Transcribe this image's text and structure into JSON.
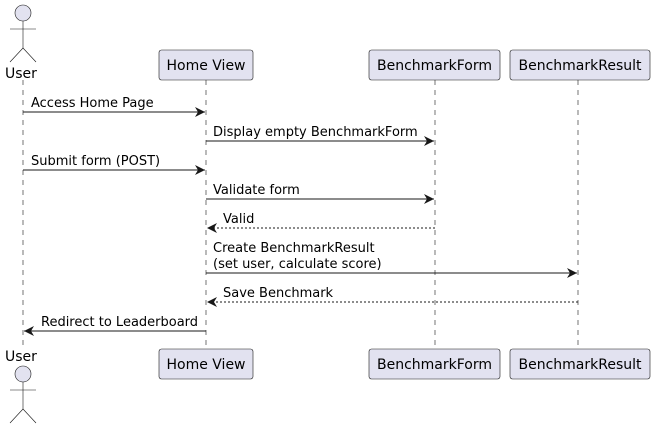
{
  "participants": {
    "user": "User",
    "home_view": "Home View",
    "benchmark_form": "BenchmarkForm",
    "benchmark_result": "BenchmarkResult"
  },
  "messages": [
    {
      "from": "user",
      "to": "home_view",
      "text": "Access Home Page",
      "style": "solid"
    },
    {
      "from": "home_view",
      "to": "benchmark_form",
      "text": "Display empty BenchmarkForm",
      "style": "solid"
    },
    {
      "from": "user",
      "to": "home_view",
      "text": "Submit form (POST)",
      "style": "solid"
    },
    {
      "from": "home_view",
      "to": "benchmark_form",
      "text": "Validate form",
      "style": "solid"
    },
    {
      "from": "benchmark_form",
      "to": "home_view",
      "text": "Valid",
      "style": "dashed"
    },
    {
      "from": "home_view",
      "to": "benchmark_result",
      "text": "Create BenchmarkResult",
      "text2": "(set user, calculate score)",
      "style": "solid"
    },
    {
      "from": "benchmark_result",
      "to": "home_view",
      "text": "Save Benchmark",
      "style": "dashed"
    },
    {
      "from": "home_view",
      "to": "user",
      "text": "Redirect to Leaderboard",
      "style": "solid"
    }
  ]
}
